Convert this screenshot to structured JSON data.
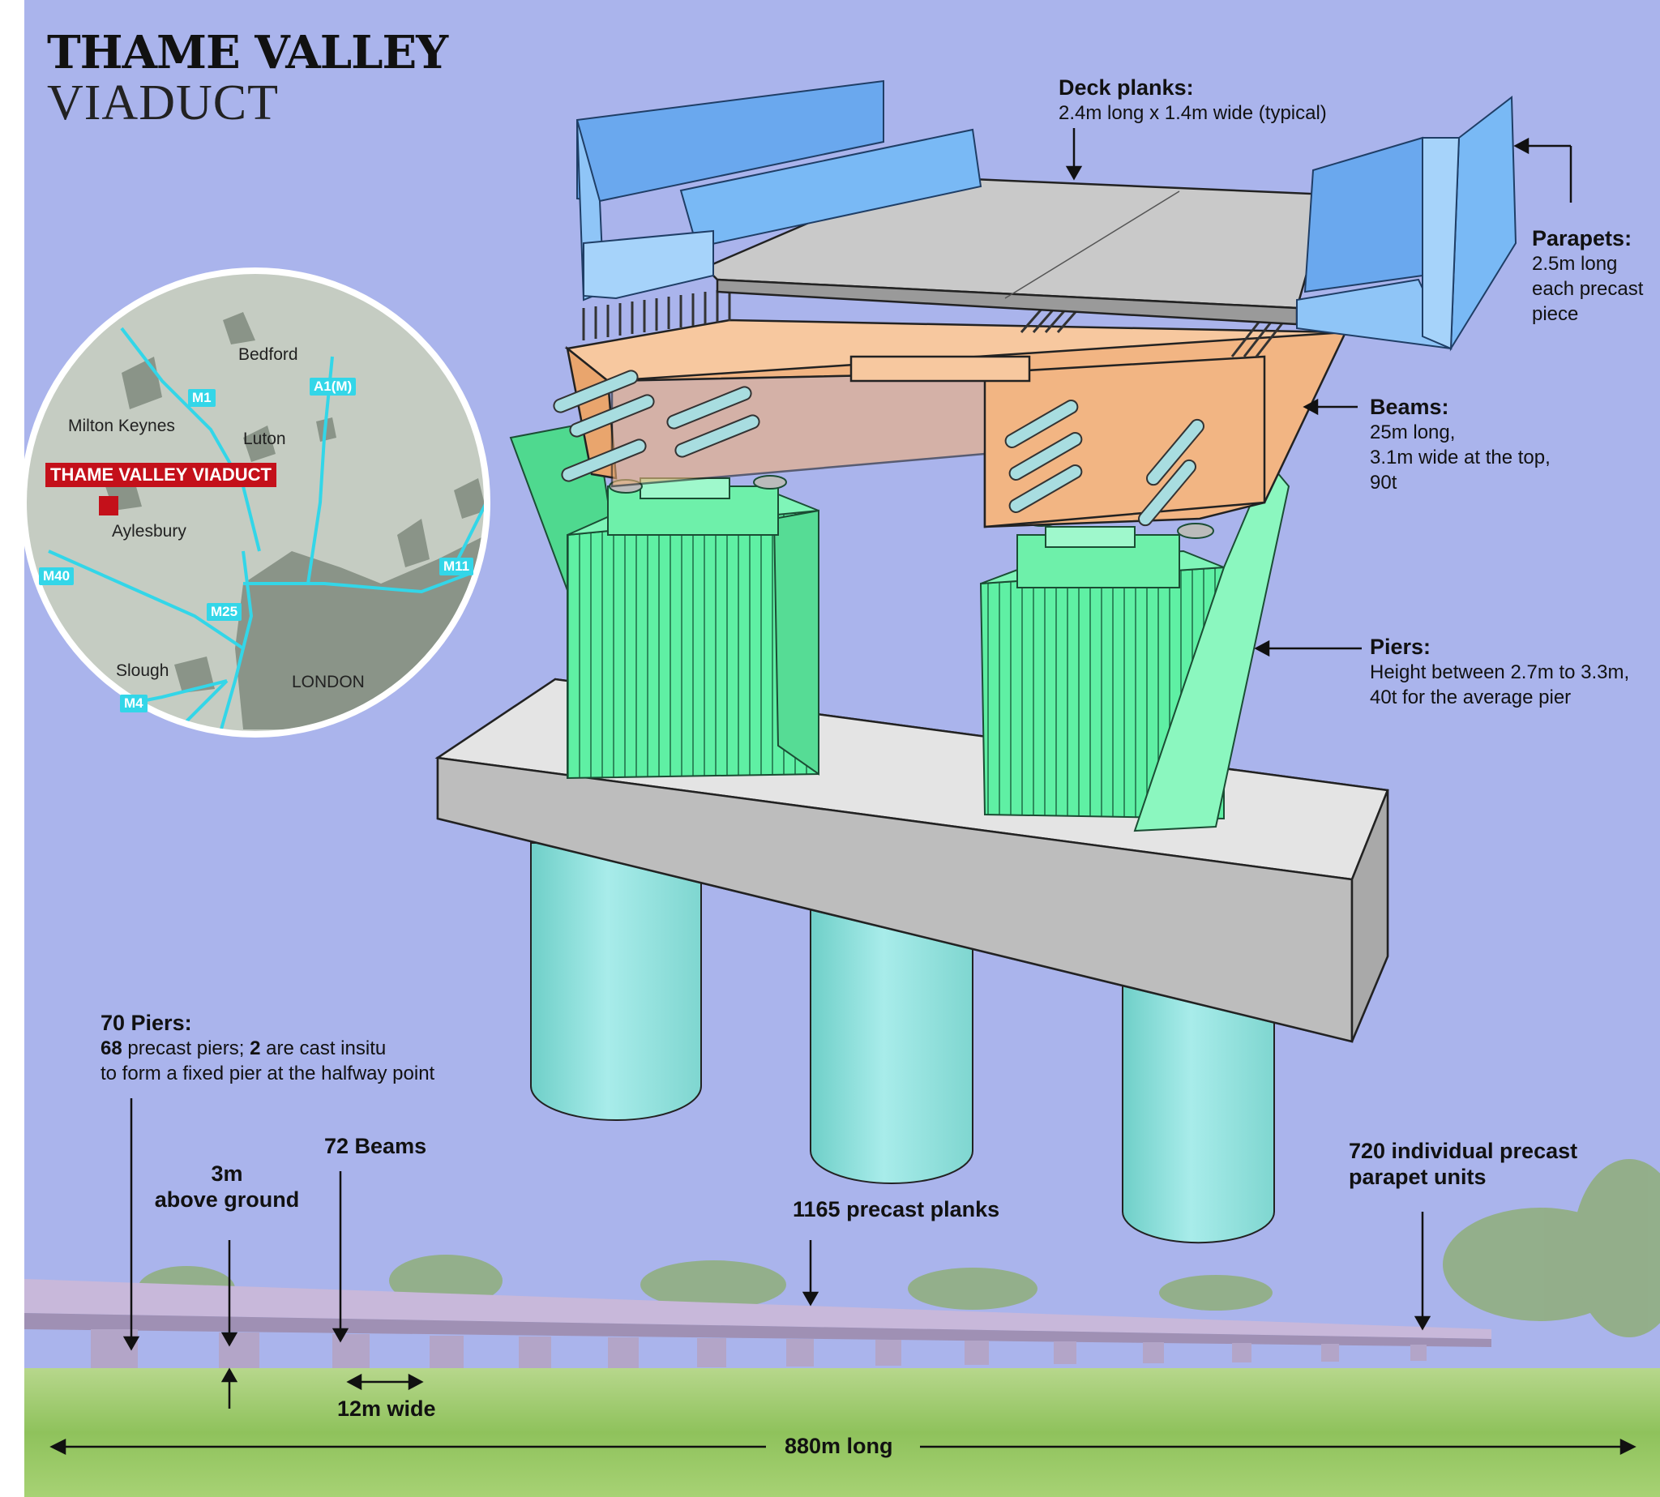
{
  "title": {
    "line1": "THAME VALLEY",
    "line2": "VIADUCT"
  },
  "labels": {
    "deck": {
      "heading": "Deck planks:",
      "detail": "2.4m long x 1.4m wide (typical)"
    },
    "parapets": {
      "heading": "Parapets:",
      "detail": "2.5m long\neach precast\npiece"
    },
    "beams": {
      "heading": "Beams:",
      "detail": "25m long,\n3.1m wide at the top,\n90t"
    },
    "piers": {
      "heading": "Piers:",
      "detail": "Height between 2.7m to 3.3m,\n40t for the average pier"
    }
  },
  "stats": {
    "piers_heading": "70 Piers:",
    "piers_num1": "68",
    "piers_text1": " precast piers; ",
    "piers_num2": "2",
    "piers_text2": " are cast insitu",
    "piers_line2": "to form a fixed pier at the halfway point",
    "height_line1": "3m",
    "height_line2": "above ground",
    "beams": "72 Beams",
    "planks": "1165 precast planks",
    "parapet_line1": "720 individual precast",
    "parapet_line2": "parapet units",
    "width": "12m wide",
    "length": "880m long"
  },
  "map": {
    "places": [
      "Bedford",
      "Milton Keynes",
      "Luton",
      "Aylesbury",
      "Slough",
      "LONDON"
    ],
    "roads": [
      "M1",
      "A1(M)",
      "M40",
      "M25",
      "M11",
      "M4"
    ],
    "site_label": "THAME VALLEY VIADUCT",
    "site_color": "#c4101a"
  },
  "colors": {
    "sky": "#aab4ec",
    "parapet": "#79b9f5",
    "deck": "#c9c9c9",
    "beam": "#f2b583",
    "pier": "#5ff0a4",
    "crosshead": "#d9d9d9",
    "column": "#8ee0dc",
    "map_land": "#c5ccc2",
    "map_urban": "#8a9488",
    "road_color": "#33d6e8"
  }
}
